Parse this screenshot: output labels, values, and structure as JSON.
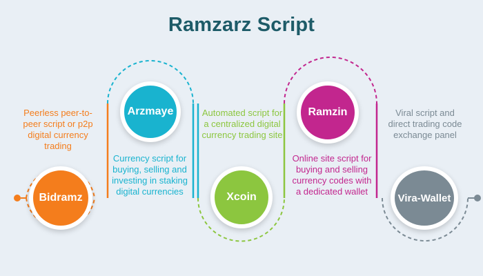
{
  "title": "Ramzarz Script",
  "colors": {
    "orange": "#f47d1c",
    "cyan": "#19b3cf",
    "green": "#8cc63f",
    "magenta": "#c2268e",
    "gray": "#7b8a94",
    "title": "#1d5b68"
  },
  "nodes": [
    {
      "name": "Bidramz",
      "description": "Peerless peer-to-peer script or p2p digital currency trading"
    },
    {
      "name": "Arzmaye",
      "description": "Currency script for buying, selling and investing in staking digital currencies"
    },
    {
      "name": "Xcoin",
      "description": "Automated script for a centralized digital currency trading site"
    },
    {
      "name": "Ramzin",
      "description": "Online site script for buying and selling currency codes with a dedicated wallet"
    },
    {
      "name": "Vira-Wallet",
      "description": "Viral script and direct trading code exchange panel"
    }
  ]
}
